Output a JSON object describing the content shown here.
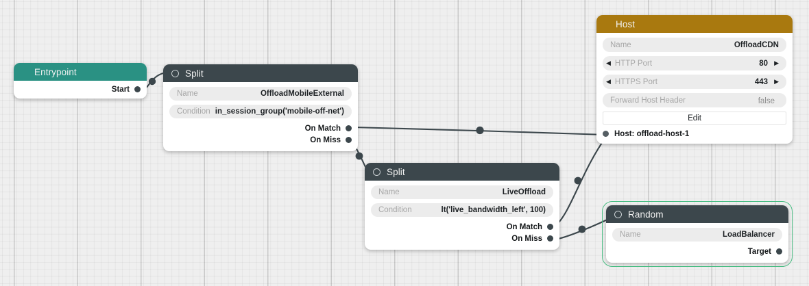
{
  "canvas": {
    "background_color": "#efefef",
    "grid": "dot-grid",
    "edge_color": "#3c474c",
    "selection_color": "#4bbd84"
  },
  "nodes": {
    "entrypoint": {
      "title": "Entrypoint",
      "header_color": "#2a9183",
      "ports": {
        "start": "Start"
      }
    },
    "split1": {
      "title": "Split",
      "header_color": "#3c474c",
      "icon": "circle-icon",
      "fields": [
        {
          "label": "Name",
          "value": "OffloadMobileExternal"
        },
        {
          "label": "Condition",
          "value": "in_session_group('mobile-off-net')"
        }
      ],
      "ports": {
        "on_match": "On Match",
        "on_miss": "On Miss"
      }
    },
    "split2": {
      "title": "Split",
      "header_color": "#3c474c",
      "icon": "circle-icon",
      "fields": [
        {
          "label": "Name",
          "value": "LiveOffload"
        },
        {
          "label": "Condition",
          "value": "lt('live_bandwidth_left', 100)"
        }
      ],
      "ports": {
        "on_match": "On Match",
        "on_miss": "On Miss"
      }
    },
    "host": {
      "title": "Host",
      "header_color": "#a9790f",
      "fields": [
        {
          "label": "Name",
          "value": "OffloadCDN"
        },
        {
          "label": "HTTP Port",
          "value": "80"
        },
        {
          "label": "HTTPS Port",
          "value": "443"
        },
        {
          "label": "Forward Host Header",
          "value": "false"
        }
      ],
      "edit_button": "Edit",
      "input_port": "Host: offload-host-1",
      "arrow_left": "◀",
      "arrow_right": "▶"
    },
    "random": {
      "title": "Random",
      "header_color": "#3c474c",
      "icon": "circle-icon",
      "selected": true,
      "fields": [
        {
          "label": "Name",
          "value": "LoadBalancer"
        }
      ],
      "ports": {
        "target": "Target"
      }
    }
  }
}
